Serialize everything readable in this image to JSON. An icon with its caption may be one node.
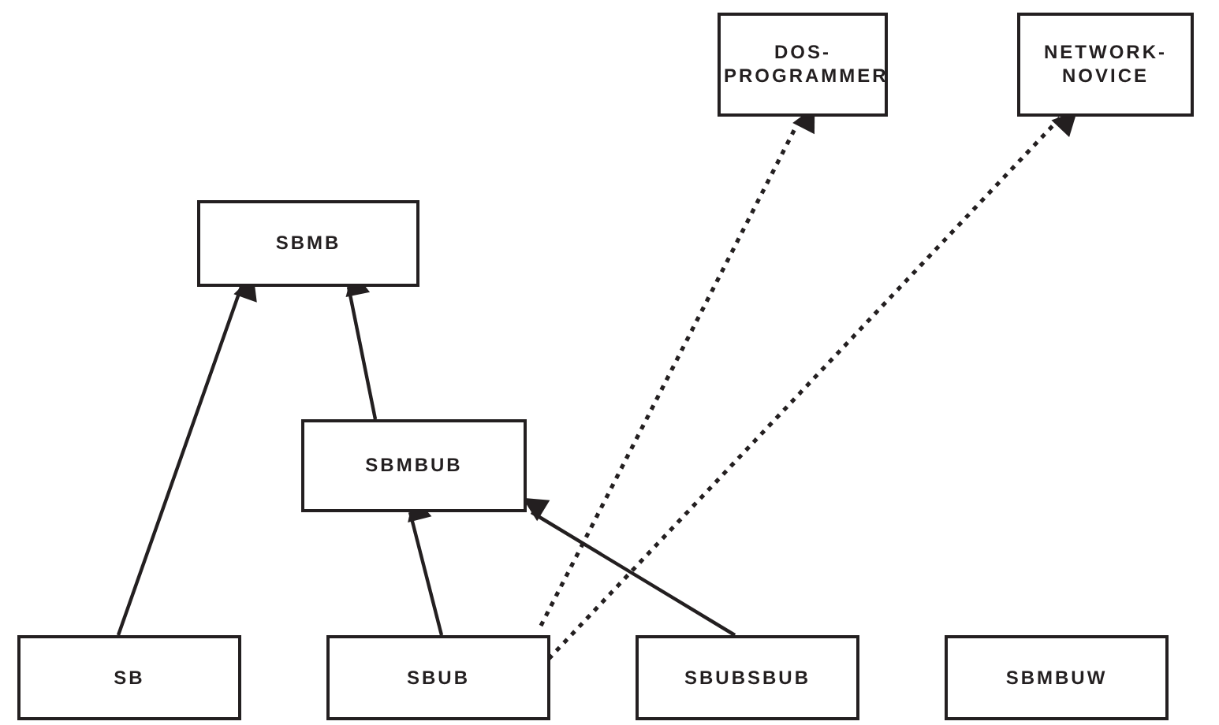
{
  "diagram": {
    "nodes": [
      {
        "text": [
          "DOS-PROGRAMMER"
        ]
      },
      {
        "text": [
          "NETWORK-NOVICE"
        ]
      },
      {
        "text": [
          "SBMB"
        ]
      },
      {
        "text": [
          "SBMBUB"
        ]
      },
      {
        "text": [
          "SB"
        ]
      },
      {
        "text": [
          "SBUB"
        ]
      },
      {
        "text": [
          "SBUBSBUB"
        ]
      },
      {
        "text": [
          "SBMBUW"
        ]
      }
    ],
    "edges": [
      {
        "from": 4,
        "to": 2,
        "arrow": "to"
      },
      {
        "from": 3,
        "to": 2,
        "arrow": "to"
      },
      {
        "from": 5,
        "to": 3,
        "arrow": "to"
      },
      {
        "from": 6,
        "to": 3,
        "arrow": "to"
      },
      {
        "from": 5,
        "to": 0,
        "arrow": "to",
        "style": "dashed"
      },
      {
        "from": 5,
        "to": 1,
        "arrow": "to",
        "style": "dashed"
      }
    ]
  }
}
